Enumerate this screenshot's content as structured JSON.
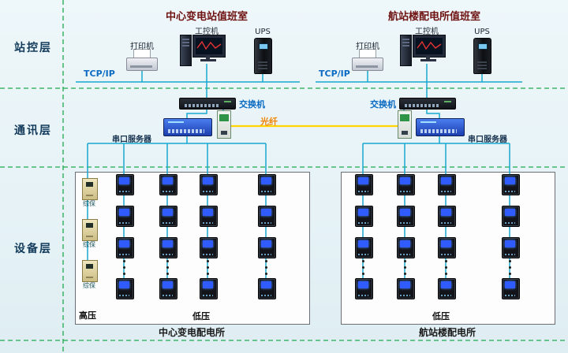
{
  "diagram": {
    "layers": [
      {
        "label": "站控层"
      },
      {
        "label": "通讯层"
      },
      {
        "label": "设备层"
      }
    ],
    "rooms": {
      "left": {
        "title": "中心变电站值班室",
        "printer": "打印机",
        "ipc": "工控机",
        "ups": "UPS",
        "tcpip": "TCP/IP",
        "switch": "交换机",
        "serial_server": "串口服务器"
      },
      "right": {
        "title": "航站楼配电所值班室",
        "printer": "打印机",
        "ipc": "工控机",
        "ups": "UPS",
        "tcpip": "TCP/IP",
        "switch": "交换机",
        "serial_server": "串口服务器"
      }
    },
    "fiber_label": "光纤",
    "panels": {
      "left": {
        "hv": "高压",
        "lv": "低压",
        "caption": "中心变电配电所",
        "relay": "综保"
      },
      "right": {
        "lv": "低压",
        "caption": "航站楼配电所"
      }
    },
    "colors": {
      "bus_line": "#18a8cf",
      "layer_dashed": "#1faa4e",
      "fiber_line": "#ffd400",
      "accent_blue": "#0b6bc2",
      "fiber_text": "#f08300"
    }
  }
}
